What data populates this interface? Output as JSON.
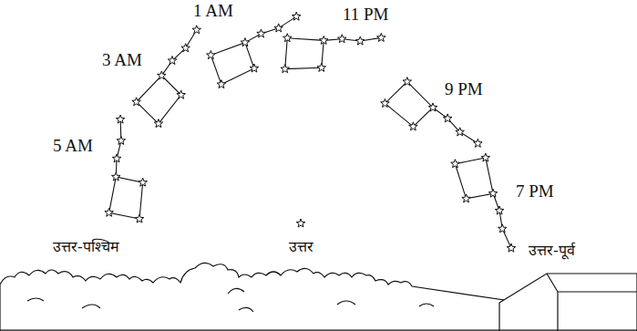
{
  "diagram": {
    "labels": [
      "1 AM",
      "11 PM",
      "3 AM",
      "9 PM",
      "5 AM",
      "7 PM",
      "उत्तर-पश्चिम",
      "उत्तर",
      "उत्तर-पूर्व"
    ]
  }
}
